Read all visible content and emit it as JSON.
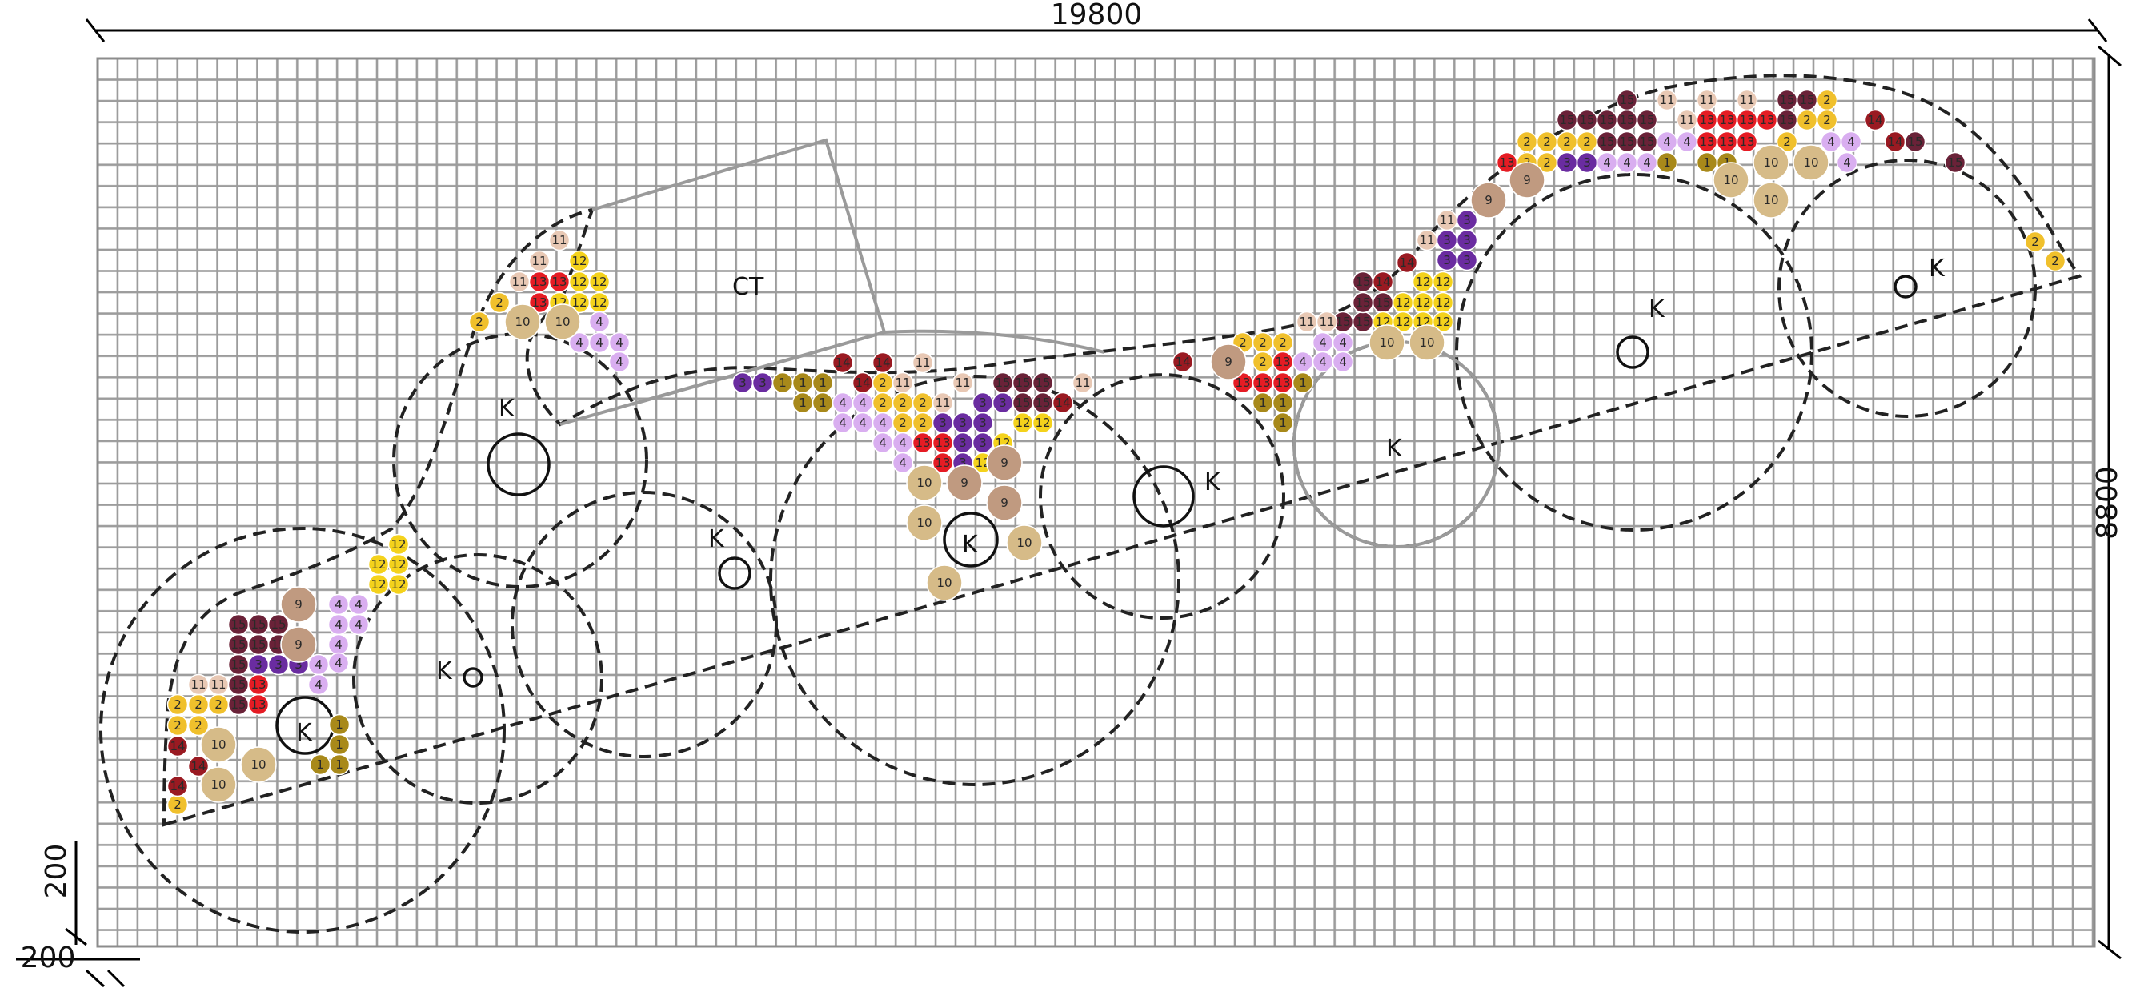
{
  "dimensions": {
    "width_label": "19800",
    "height_label": "8800",
    "cell_h_label": "200",
    "cell_w_label": "200"
  },
  "zone_labels": {
    "ct": "CT",
    "k": "K"
  },
  "plant_colors": {
    "1": "#a8891a",
    "2": "#f0c02c",
    "3": "#6a2ca0",
    "4": "#d9aef0",
    "9": "#c09a80",
    "10": "#d6bb88",
    "11": "#e8c8b4",
    "12": "#f4d21c",
    "13": "#e51c24",
    "14": "#9a1a22",
    "15": "#6a2238"
  },
  "plant_labels": {
    "1": "1",
    "2": "2",
    "3": "3",
    "4": "4",
    "9": "9",
    "10": "10",
    "11": "11",
    "12": "12",
    "13": "13",
    "14": "14",
    "15": "15"
  }
}
